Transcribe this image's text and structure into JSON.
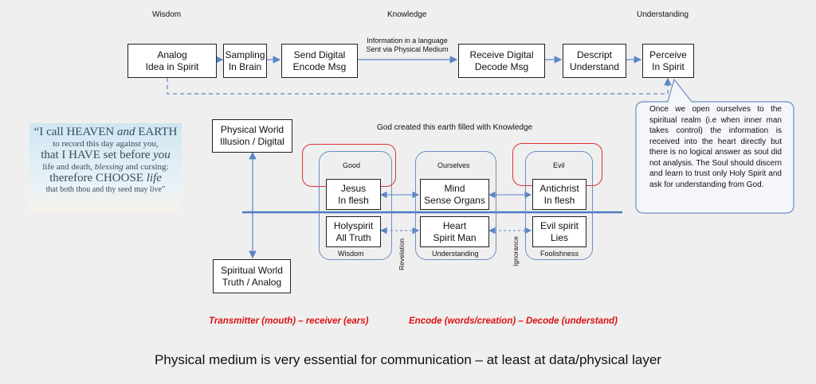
{
  "headers": {
    "wisdom": "Wisdom",
    "knowledge": "Knowledge",
    "understanding": "Understanding"
  },
  "flow": {
    "analog": [
      "Analog",
      "Idea in Spirit"
    ],
    "sampling": [
      "Sampling",
      "In Brain"
    ],
    "send": [
      "Send Digital",
      "Encode Msg"
    ],
    "medium_note": [
      "Information in a language",
      "Sent via Physical Medium"
    ],
    "receive": [
      "Receive Digital",
      "Decode Msg"
    ],
    "descript": [
      "Descript",
      "Understand"
    ],
    "perceive": [
      "Perceive",
      "In Spirit"
    ]
  },
  "callout": "Once we open ourselves to the spiritual realm (i.e when inner man takes control) the information is received into the heart directly but there is no logical answer as soul did not analysis. The Soul should discern and learn to trust only  Holy Spirit and ask for understanding from God.",
  "quote": {
    "line1a": "“I call HEAVEN ",
    "line1b": "and",
    "line1c": " EARTH",
    "line2": "to record this day against you,",
    "line3a": "that I HAVE set before ",
    "line3b": "you",
    "line4a": "life and death, ",
    "line4b": "blessing",
    "line4c": " and cursing:",
    "line5a": "therefore CHOOSE ",
    "line5b": "life",
    "line6": "that both thou and thy seed may live”"
  },
  "physical_world": [
    "Physical World",
    "Illusion / Digital"
  ],
  "spiritual_world": [
    "Spiritual World",
    "Truth / Analog"
  ],
  "god_created": "God created this earth filled with Knowledge",
  "groups": {
    "good": "Good",
    "ourselves": "Ourselves",
    "evil": "Evil"
  },
  "cells": {
    "jesus": [
      "Jesus",
      "In flesh"
    ],
    "mind": [
      "Mind",
      "Sense Organs"
    ],
    "antichrist": [
      "Antichrist",
      "In flesh"
    ],
    "holyspirit": [
      "Holyspirit",
      "All Truth"
    ],
    "heart": [
      "Heart",
      "Spirit Man"
    ],
    "evilspirit": [
      "Evil spirit",
      "Lies"
    ]
  },
  "bottom_labels": {
    "wisdom": "Wisdom",
    "understanding": "Understanding",
    "foolishness": "Foolishness"
  },
  "vertical_labels": {
    "revelation": "Revelation",
    "ignorance": "Ignorance"
  },
  "red_notes": {
    "left": "Transmitter (mouth) – receiver (ears)",
    "right": "Encode (words/creation) – Decode (understand)"
  },
  "footer": "Physical medium is very essential for communication – at least at data/physical layer",
  "colors": {
    "line": "#5b86c5",
    "red": "#d33",
    "callout_border": "#6a8fc4"
  }
}
